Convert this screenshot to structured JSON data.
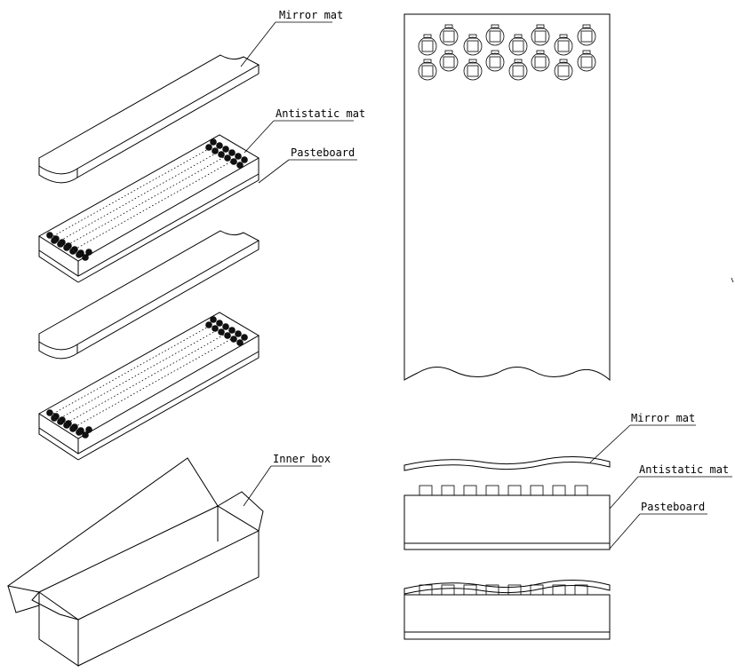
{
  "labels": {
    "left_mirror_mat": "Mirror mat",
    "left_antistatic_mat": "Antistatic mat",
    "left_pasteboard": "Pasteboard",
    "inner_box": "Inner box",
    "right_mirror_mat": "Mirror mat",
    "right_antistatic_mat": "Antistatic mat",
    "right_pasteboard": "Pasteboard"
  }
}
